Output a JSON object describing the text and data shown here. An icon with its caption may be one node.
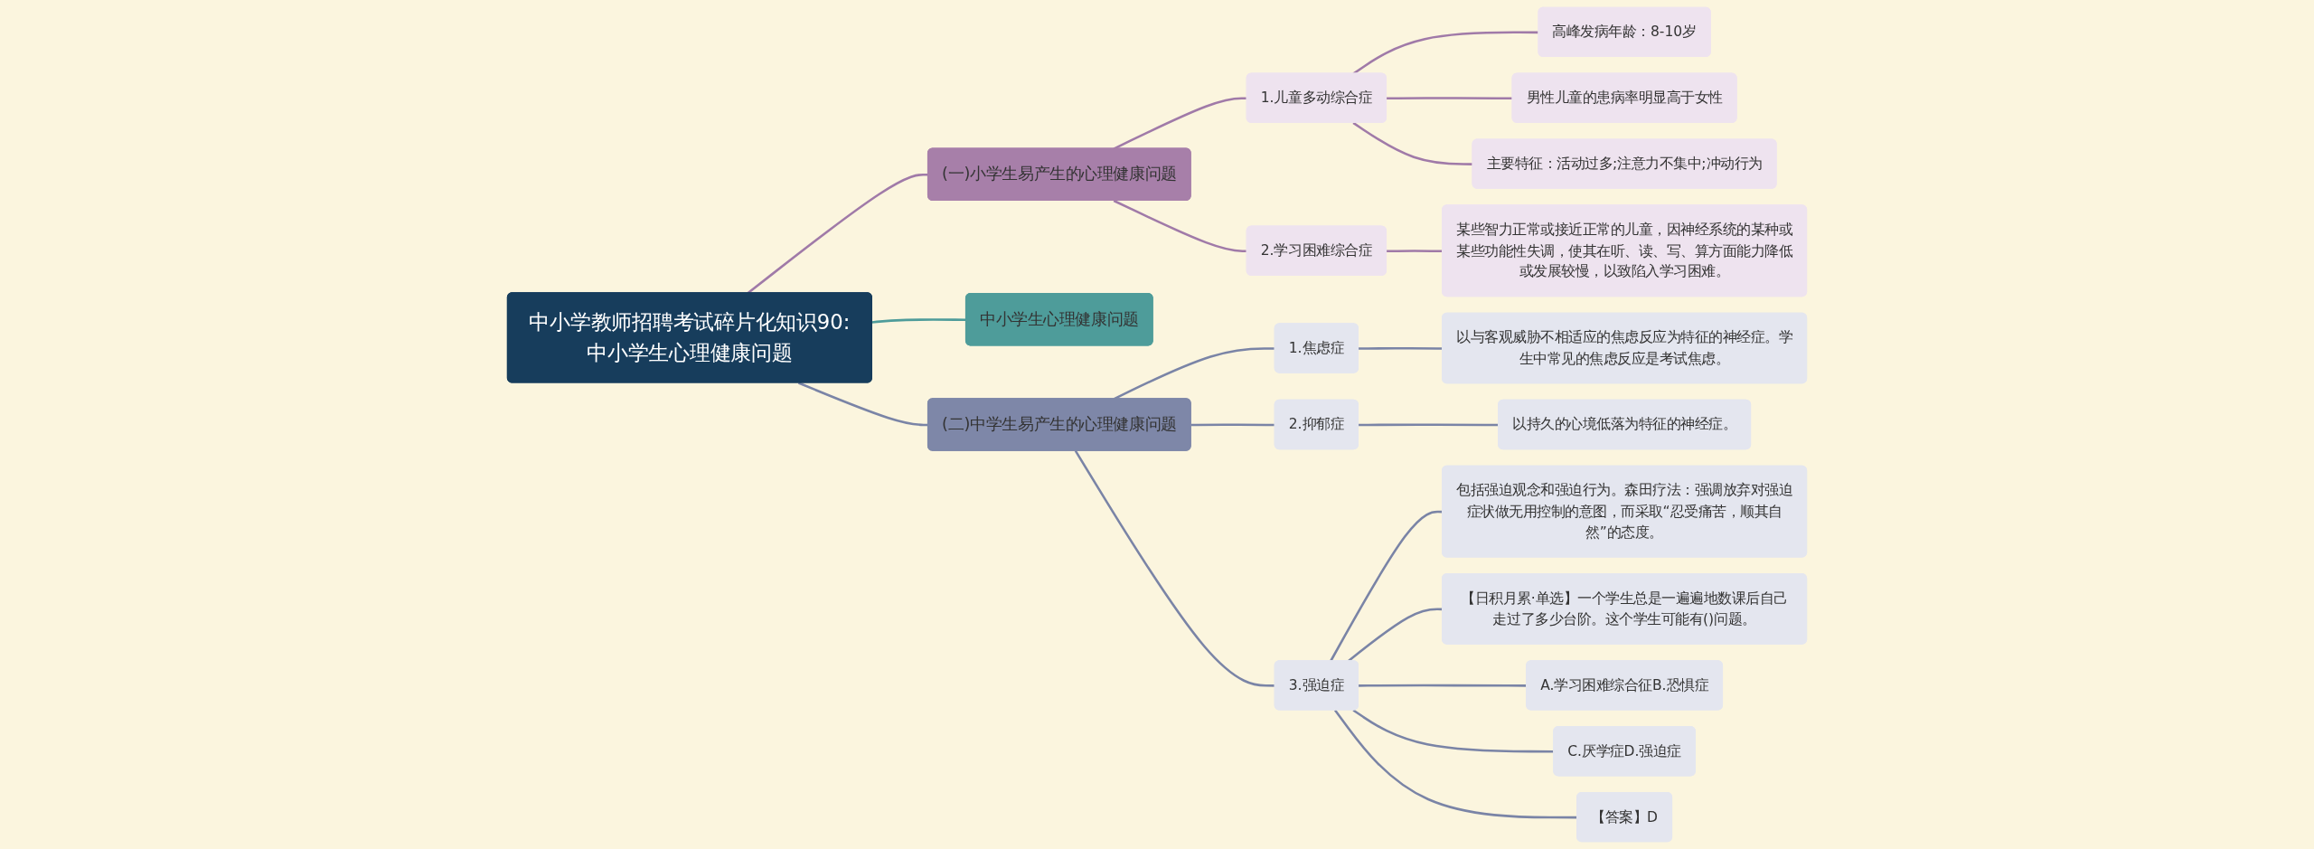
{
  "diagram": {
    "nodes": [
      {
        "text": [
          "中小学教师招聘考试碎片化知识90:中小学生心理健康问题"
        ]
      },
      {
        "text": [
          "(一)小学生易产生的心理健康问题"
        ]
      },
      {
        "text": [
          "1.儿童多动综合症"
        ]
      },
      {
        "text": [
          "高峰发病年龄：8-10岁"
        ]
      },
      {
        "text": [
          "男性儿童的患病率明显高于女性"
        ]
      },
      {
        "text": [
          "主要特征：活动过多;注意力不集中;冲动行为"
        ]
      },
      {
        "text": [
          "2.学习困难综合症"
        ]
      },
      {
        "text": [
          "某些智力正常或接近正常的儿童，因神经系统的某种或某些功能性失调，使其在听、读、写、算方面能力降低或发展较慢，以致陷入学习困难。"
        ]
      },
      {
        "text": [
          "中小学生心理健康问题"
        ]
      },
      {
        "text": [
          "(二)中学生易产生的心理健康问题"
        ]
      },
      {
        "text": [
          "1.焦虑症"
        ]
      },
      {
        "text": [
          "以与客观威胁不相适应的焦虑反应为特征的神经症。学生中常见的焦虑反应是考试焦虑。"
        ]
      },
      {
        "text": [
          "2.抑郁症"
        ]
      },
      {
        "text": [
          "以持久的心境低落为特征的神经症。"
        ]
      },
      {
        "text": [
          "3.强迫症"
        ]
      },
      {
        "text": [
          "包括强迫观念和强迫行为。森田疗法：强调放弃对强迫症状做无用控制的意图，而采取“忍受痛苦，顺其自然”的态度。"
        ]
      },
      {
        "text": [
          "【日积月累·单选】一个学生总是一遍遍地数课后自己走过了多少台阶。这个学生可能有()问题。"
        ]
      },
      {
        "text": [
          "A.学习困难综合征B.恐惧症"
        ]
      },
      {
        "text": [
          "C.厌学症D.强迫症"
        ]
      },
      {
        "text": [
          "【答案】D"
        ]
      }
    ],
    "edges": [
      {
        "from": 0,
        "to": 1,
        "arrow": "none",
        "color": "#a07aa8"
      },
      {
        "from": 1,
        "to": 2,
        "arrow": "none",
        "color": "#a07aa8"
      },
      {
        "from": 2,
        "to": 3,
        "arrow": "none",
        "color": "#a07aa8"
      },
      {
        "from": 2,
        "to": 4,
        "arrow": "none",
        "color": "#a07aa8"
      },
      {
        "from": 2,
        "to": 5,
        "arrow": "none",
        "color": "#a07aa8"
      },
      {
        "from": 1,
        "to": 6,
        "arrow": "none",
        "color": "#a07aa8"
      },
      {
        "from": 6,
        "to": 7,
        "arrow": "none",
        "color": "#a07aa8"
      },
      {
        "from": 0,
        "to": 8,
        "arrow": "none",
        "color": "#4e9c9a"
      },
      {
        "from": 0,
        "to": 9,
        "arrow": "none"
      },
      {
        "from": 9,
        "to": 10,
        "arrow": "none"
      },
      {
        "from": 10,
        "to": 11,
        "arrow": "none"
      },
      {
        "from": 9,
        "to": 12,
        "arrow": "none"
      },
      {
        "from": 12,
        "to": 13,
        "arrow": "none"
      },
      {
        "from": 9,
        "to": 14,
        "arrow": "none"
      },
      {
        "from": 14,
        "to": 15,
        "arrow": "none"
      },
      {
        "from": 14,
        "to": 16,
        "arrow": "none"
      },
      {
        "from": 14,
        "to": 17,
        "arrow": "none"
      },
      {
        "from": 14,
        "to": 18,
        "arrow": "none"
      },
      {
        "from": 14,
        "to": 19,
        "arrow": "none"
      }
    ]
  }
}
